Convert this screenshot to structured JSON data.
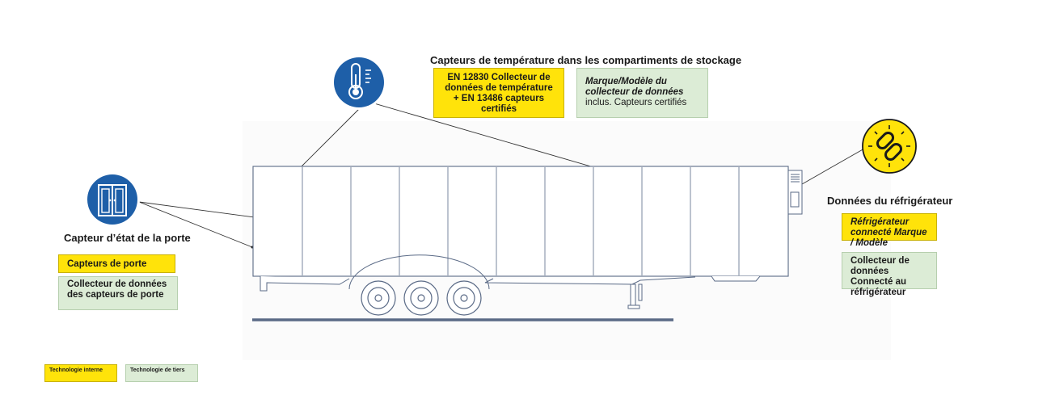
{
  "temperature": {
    "heading": "Capteurs de température dans les compartiments de stockage",
    "internal_box": "EN 12830 Collecteur de données de température + EN 13486 capteurs certifiés",
    "third_party_box": {
      "line1": "Marque/Modèle du collecteur de données",
      "line2": "inclus. Capteurs certifiés"
    },
    "icon": "thermometer-icon"
  },
  "door": {
    "heading": "Capteur d’état de la porte",
    "internal_box": "Capteurs de porte",
    "third_party_box": "Collecteur de données des capteurs de porte",
    "icon": "door-icon"
  },
  "fridge": {
    "heading": "Données du réfrigérateur",
    "internal_box": "Réfrigérateur connecté Marque / Modèle",
    "third_party_box": "Collecteur de données Connecté au réfrigérateur",
    "icon": "link-chain-icon"
  },
  "legend": {
    "internal": "Technologie interne",
    "third_party": "Technologie de tiers"
  },
  "colors": {
    "internal": "#ffe30a",
    "third_party": "#dcecd6",
    "icon_blue": "#1e5fa8",
    "icon_yellow": "#ffe30a"
  }
}
